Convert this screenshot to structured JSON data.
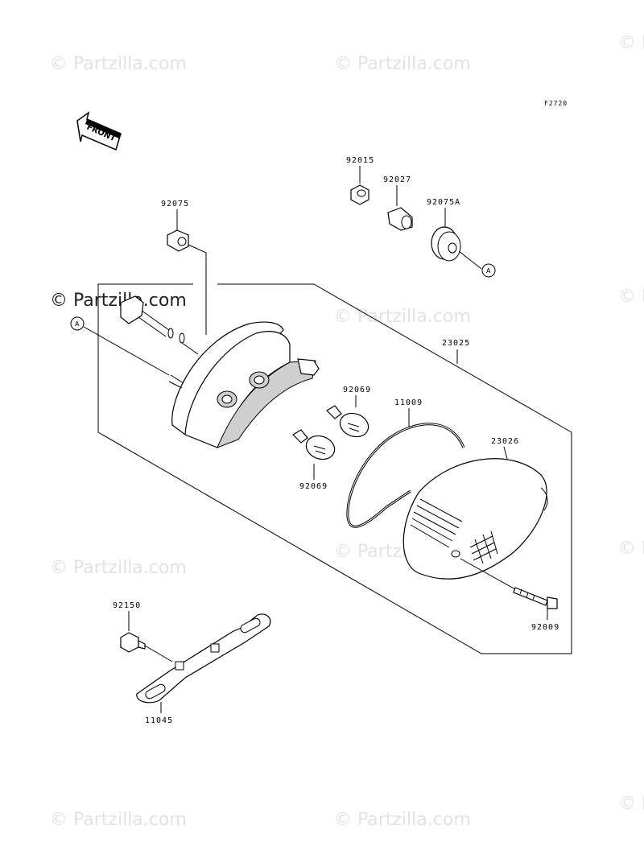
{
  "diagram": {
    "code": "F2720",
    "front_label": "FRONT",
    "watermark": "© Partzilla.com",
    "watermark_main": "© Partzilla.com",
    "ref_marker": "A",
    "parts": {
      "p92015": "92015",
      "p92027": "92027",
      "p92075": "92075",
      "p92075A": "92075A",
      "p23025": "23025",
      "p92069_top": "92069",
      "p11009": "11009",
      "p23026": "23026",
      "p92069_bottom": "92069",
      "p92009": "92009",
      "p92150": "92150",
      "p11045": "11045"
    }
  }
}
